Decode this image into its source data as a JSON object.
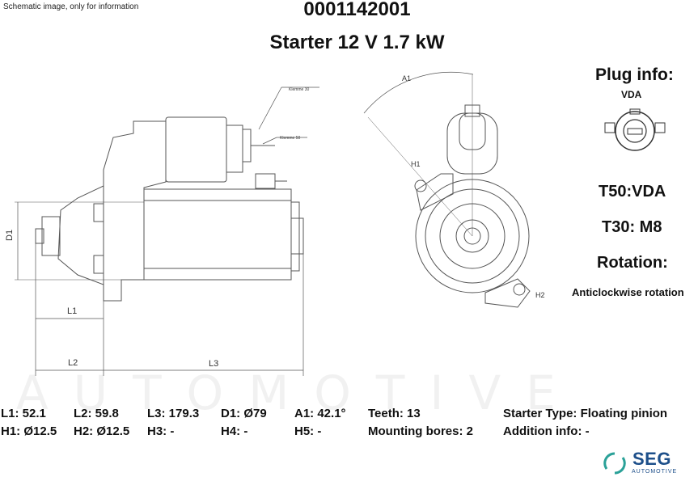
{
  "header": {
    "note": "Schematic image, only for information",
    "part_number": "0001142001",
    "title": "Starter 12 V 1.7 kW"
  },
  "plug": {
    "title": "Plug info:",
    "type": "VDA"
  },
  "side_specs": {
    "t50": "T50:VDA",
    "t30": "T30: M8",
    "rotation_label": "Rotation:",
    "rotation_value": "Anticlockwise rotation"
  },
  "drawing_labels": {
    "klemme30": "Klemme 30",
    "klemme50": "Klemme 50",
    "d1": "D1",
    "l1": "L1",
    "l2": "L2",
    "l3": "L3",
    "a1": "A1",
    "h1": "H1",
    "h2": "H2"
  },
  "specs": {
    "row1": [
      "L1: 52.1",
      "L2: 59.8",
      "L3: 179.3",
      "D1: Ø79",
      "A1: 42.1°",
      "Teeth: 13",
      "Starter Type:  Floating pinion"
    ],
    "row2": [
      "H1: Ø12.5",
      "H2: Ø12.5",
      "H3: -",
      "H4: -",
      "H5: -",
      "Mounting bores: 2",
      "Addition info: -"
    ]
  },
  "brand": {
    "name": "SEG",
    "sub": "AUTOMOTIVE",
    "watermark": "AUTOMOTIVE",
    "logo_color": "#1d4f8a",
    "accent_color": "#2aa198"
  }
}
